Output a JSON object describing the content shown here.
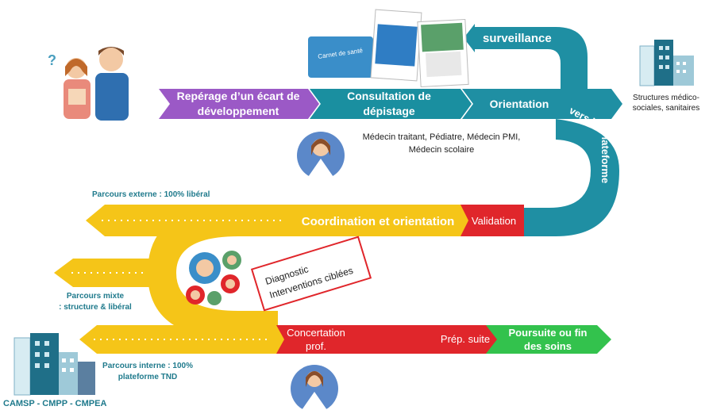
{
  "top_track": {
    "step1": {
      "line1": "Repérage d’un écart de",
      "line2": "développement",
      "color": "#9b59c6"
    },
    "step2": {
      "line1": "Consultation de",
      "line2": "dépistage",
      "color": "#1a8fa0"
    },
    "step3": {
      "label": "Orientation",
      "color": "#1f8fa3"
    },
    "surveillance": "surveillance",
    "vers_la": "vers la",
    "plateforme": "Plateforme",
    "validation": "Validation",
    "structures_medico": {
      "line1": "Structures médico-",
      "line2": "sociales, sanitaires"
    }
  },
  "doctors": {
    "line1": "Médecin traitant, Pédiatre, Médecin PMI,",
    "line2": "Médecin scolaire"
  },
  "yellow_track": {
    "coordination": "Coordination et orientation",
    "color": "#f5c518"
  },
  "parcours": {
    "externe": "Parcours externe : 100% libéral",
    "mixte_line1": "Parcours mixte",
    "mixte_line2": ": structure & libéral",
    "interne_line1": "Parcours interne : 100%",
    "interne_line2": "plateforme TND"
  },
  "diagnostic_box": {
    "line1": "Diagnostic",
    "line2": "Interventions ciblées"
  },
  "bottom_track": {
    "concertation_line1": "Concertation",
    "concertation_line2": "prof.",
    "prep_suite": "Prép. suite",
    "poursuite_line1": "Poursuite ou fin",
    "poursuite_line2": "des soins",
    "red": "#e0262b",
    "green": "#33c24d"
  },
  "camsp": "CAMSP - CMPP - CMPEA",
  "images": {
    "brochure_text": "Carnet de santé"
  }
}
